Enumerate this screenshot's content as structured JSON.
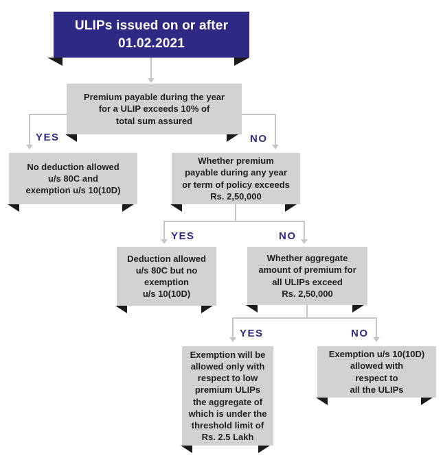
{
  "flowchart": {
    "title": "ULIPs issued on or after\n01.02.2021",
    "nodes": {
      "premium_exceeds_10pct": "Premium payable during the year\nfor a ULIP exceeds 10% of\ntotal sum assured",
      "no_deduction": "No deduction allowed\nu/s 80C and\nexemption u/s 10(10D)",
      "premium_exceeds_250k": "Whether premium\npayable during any year\nor term of policy exceeds\nRs. 2,50,000",
      "deduction_no_exemption": "Deduction allowed\nu/s 80C but no\nexemption\nu/s 10(10D)",
      "aggregate_exceeds_250k": "Whether aggregate\namount of premium for\nall ULIPs exceed\nRs. 2,50,000",
      "exemption_low_premium": "Exemption will be\nallowed only with\nrespect to low\npremium ULIPs\nthe aggregate of\nwhich is under the\nthreshold limit of\nRs. 2.5 Lakh",
      "exemption_all_ulips": "Exemption u/s 10(10D)\nallowed with\nrespect to\nall the ULIPs"
    },
    "branch_labels": {
      "yes": "YES",
      "no": "NO"
    },
    "colors": {
      "title_bg": "#2e2a84",
      "node_bg": "#d2d2d3",
      "node_text": "#231f20",
      "branch_label": "#2b2e87",
      "connector": "#c6c6c8",
      "corner_fold": "#1d1a1b",
      "background": "#ffffff"
    }
  }
}
